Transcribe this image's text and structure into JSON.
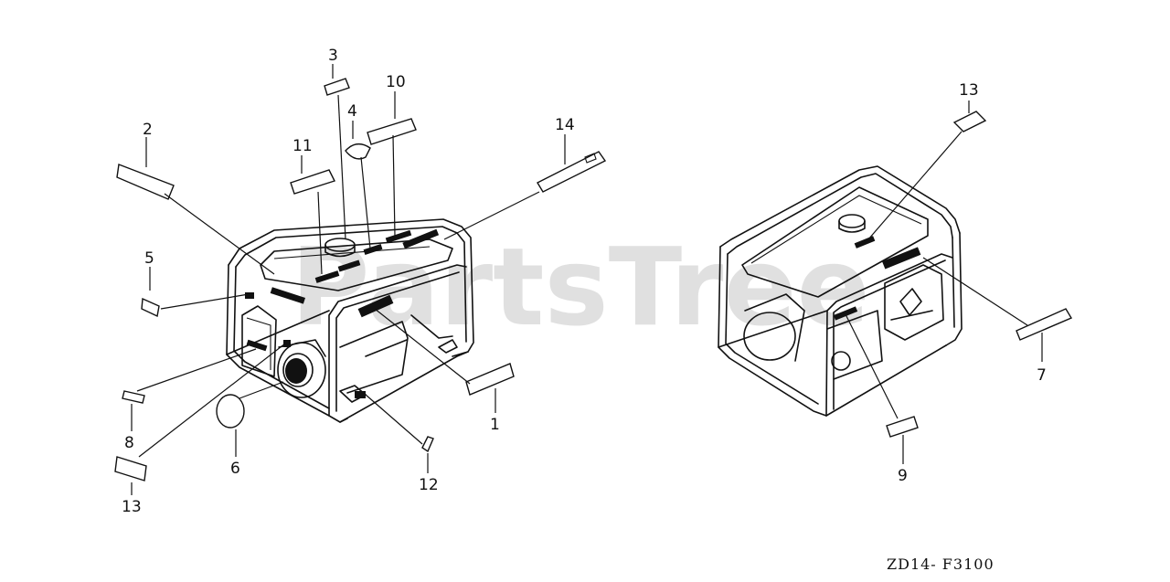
{
  "watermark": "PartsTree",
  "drawing_code": "ZD14- F3100",
  "callouts": {
    "c1": "1",
    "c2": "2",
    "c3": "3",
    "c4": "4",
    "c5": "5",
    "c6": "6",
    "c7": "7",
    "c8": "8",
    "c9": "9",
    "c10": "10",
    "c11": "11",
    "c12": "12",
    "c13a": "13",
    "c13b": "13",
    "c14": "14"
  }
}
